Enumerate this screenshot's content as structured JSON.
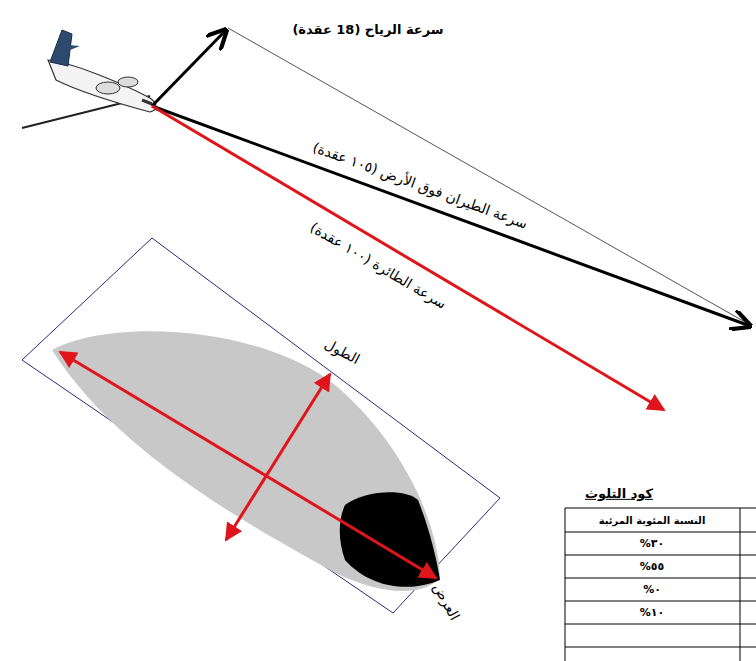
{
  "diagram": {
    "labels": [
      "سرعة الرياح (18 عقدة)",
      "سرعة الطيران فوق الأرض (١٠٥ عقدة)",
      "سرعة الطائرة (١٠٠ عقدة)",
      "الطول",
      "العرض",
      "كود التلوث",
      "النسبة المئوية المرئية",
      "%٣٠",
      "%٥٥",
      "%٠",
      "%١٠"
    ]
  }
}
